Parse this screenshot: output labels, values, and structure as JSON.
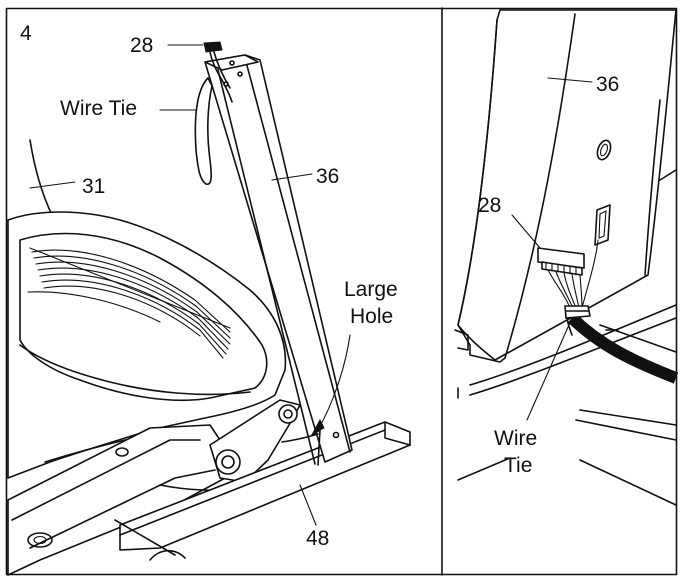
{
  "step_number": "4",
  "left_panel": {
    "labels": {
      "part_28": "28",
      "wire_tie": "Wire Tie",
      "part_31": "31",
      "part_36": "36",
      "large": "Large",
      "hole": "Hole",
      "part_48": "48"
    }
  },
  "right_panel": {
    "labels": {
      "part_36": "36",
      "part_28": "28",
      "wire": "Wire",
      "tie": "Tie"
    }
  }
}
